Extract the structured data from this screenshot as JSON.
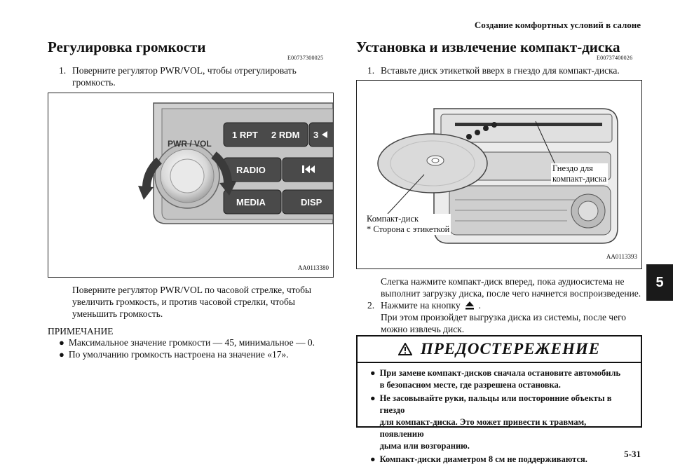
{
  "header": "Создание комфортных условий в салоне",
  "left": {
    "title": "Регулировка громкости",
    "code": "E00737300025",
    "step1_num": "1.",
    "step1_l1": "Поверните регулятор PWR/VOL, чтобы отрегулировать",
    "step1_l2": "громкость.",
    "figure_id": "AA0113380",
    "radio_labels": {
      "pwr": "PWR / VOL",
      "rpt": "1 RPT",
      "rdm": "2 RDM",
      "three": "3",
      "radio": "RADIO",
      "media": "MEDIA",
      "disp": "DISP"
    },
    "para_l1": "Поверните регулятор PWR/VOL по часовой стрелке, чтобы",
    "para_l2": "увеличить громкость, и против часовой стрелки, чтобы",
    "para_l3": "уменьшить громкость.",
    "note_head": "ПРИМЕЧАНИЕ",
    "note1": "Максимальное значение громкости — 45, минимальное — 0.",
    "note2": "По умолчанию громкость настроена на значение «17»."
  },
  "right": {
    "title": "Установка и извлечение компакт-диска",
    "code": "E00737400026",
    "step1_num": "1.",
    "step1": "Вставьте диск этикеткой вверх в гнездо для компакт-диска.",
    "figure_id": "AA0113393",
    "label_slot_l1": "Гнездо для",
    "label_slot_l2": "компакт-диска",
    "label_disc_l1": "Компакт-диск",
    "label_disc_l2": "* Сторона с этикеткой",
    "para_l1": "Слегка нажмите компакт-диск вперед, пока аудиосистема не",
    "para_l2": "выполнит загрузку диска, после чего начнется воспроизведение.",
    "step2_num": "2.",
    "step2_a": "Нажмите на кнопку",
    "step2_b": ".",
    "para2_l1": "При этом произойдет выгрузка диска из системы, после чего",
    "para2_l2": "можно извлечь диск.",
    "warning_title": "ПРЕДОСТЕРЕЖЕНИЕ",
    "warnings": [
      {
        "l1": "При замене компакт-дисков сначала остановите автомобиль",
        "l2": "в безопасном месте, где разрешена остановка."
      },
      {
        "l1": "Не засовывайте руки, пальцы или посторонние объекты в гнездо",
        "l2": "для компакт-диска. Это может привести к травмам, появлению",
        "l3": "дыма или возгоранию."
      },
      {
        "l1": "Компакт-диски диаметром 8 см не поддерживаются.",
        "l2": "",
        "l3": ""
      }
    ]
  },
  "section_tab": "5",
  "page_number": "5-31"
}
